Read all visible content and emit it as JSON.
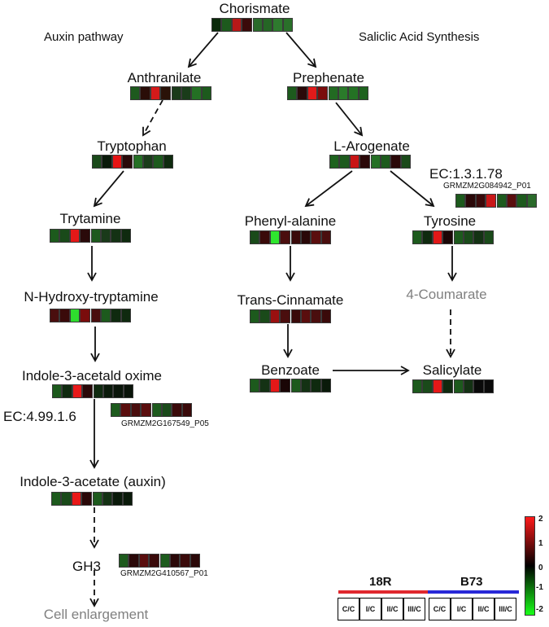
{
  "sections": {
    "auxin": "Auxin pathway",
    "salicylic": "Saliclic Acid Synthesis"
  },
  "nodes": {
    "chorismate": "Chorismate",
    "anthranilate": "Anthranilate",
    "prephenate": "Prephenate",
    "tryptophan": "Tryptophan",
    "arogenate": "L-Arogenate",
    "trytamine": "Trytamine",
    "phenylalanine": "Phenyl-alanine",
    "tyrosine": "Tyrosine",
    "hydroxytryptamine": "N-Hydroxy-tryptamine",
    "transcinnamate": "Trans-Cinnamate",
    "coumarate": "4-Coumarate",
    "oxime": "Indole-3-acetald oxime",
    "benzoate": "Benzoate",
    "salicylate": "Salicylate",
    "iaa": "Indole-3-acetate (auxin)",
    "gh3": "GH3",
    "cell": "Cell enlargement"
  },
  "enzymes": {
    "ec_tyr": "EC:1.3.1.78",
    "ec_tyr_gene": "GRMZM2G084942_P01",
    "ec_aux": "EC:4.99.1.6",
    "ec_aux_gene": "GRMZM2G167549_P05",
    "gh3_gene": "GRMZM2G410567_P01"
  },
  "heatmap_colors": {
    "chorismate": [
      "#0a2a0a",
      "#1d5a1d",
      "#b81818",
      "#3a0a0a",
      "#2a6a2a",
      "#256625",
      "#2e7a2e",
      "#2a702a"
    ],
    "anthranilate": [
      "#1e5a1e",
      "#2a0d08",
      "#d41a1a",
      "#2a1208",
      "#1a3a1a",
      "#1a3c1a",
      "#247024",
      "#1d5a1d"
    ],
    "prephenate": [
      "#1d5a1d",
      "#2a0a0a",
      "#e01a1a",
      "#7a0c0c",
      "#226a22",
      "#2a7a2a",
      "#247224",
      "#1e621e"
    ],
    "tryptophan": [
      "#1a4a1a",
      "#0a1a0a",
      "#e61414",
      "#2a0a0a",
      "#257025",
      "#1a3c1a",
      "#1d5a1d",
      "#0f2a0f"
    ],
    "arogenate": [
      "#1e621e",
      "#1d5a1d",
      "#c81616",
      "#2a0808",
      "#257025",
      "#1d5a1d",
      "#2a0808",
      "#1a4a1a"
    ],
    "trytamine": [
      "#1d5a1d",
      "#1a4a1a",
      "#e41818",
      "#2a0a0a",
      "#1d5a1d",
      "#1a3a1a",
      "#143214",
      "#0f2a0f"
    ],
    "phenylalanine": [
      "#1a4a1a",
      "#3a0a0a",
      "#2ee62e",
      "#4a0e0e",
      "#3a0a0a",
      "#2a0808",
      "#5a0e0e",
      "#4a0e0e"
    ],
    "tyrosine": [
      "#1d5a1d",
      "#0f2a0f",
      "#e01818",
      "#1a0606",
      "#1d5a1d",
      "#1a4a1a",
      "#143214",
      "#1a4a1a"
    ],
    "hydroxytryptamine": [
      "#4a0e0e",
      "#3a0a0a",
      "#2edc2e",
      "#7a0c0c",
      "#4a0e0e",
      "#1d5a1d",
      "#0f2a0f",
      "#0f2a0f"
    ],
    "transcinnamate": [
      "#1d5a1d",
      "#1a4a1a",
      "#9a1010",
      "#4a0e0e",
      "#3a0a0a",
      "#5a0e0e",
      "#4a0e0e",
      "#3a0a0a"
    ],
    "oxime": [
      "#1d5a1d",
      "#0f2a0f",
      "#e81a1a",
      "#2a0808",
      "#0f2a0f",
      "#0a1a0a",
      "#0a160a",
      "#0a140a"
    ],
    "benzoate": [
      "#1d5a1d",
      "#143214",
      "#e41818",
      "#1a0606",
      "#1d5a1d",
      "#143214",
      "#0f2a0f",
      "#0a1a0a"
    ],
    "salicylate": [
      "#1d5a1d",
      "#1a4a1a",
      "#e61818",
      "#0f2a0f",
      "#1d5a1d",
      "#143214",
      "#0a0a0a",
      "#0a0a0a"
    ],
    "iaa": [
      "#1d5a1d",
      "#1a4a1a",
      "#e81818",
      "#2a0808",
      "#1d5a1d",
      "#143214",
      "#0a1a0a",
      "#0a1a0a"
    ],
    "ec_tyr": [
      "#1d5a1d",
      "#2a0808",
      "#3a0a0a",
      "#c81818",
      "#1d5a1d",
      "#5a0e0e",
      "#1d5a1d",
      "#2a6a2a"
    ],
    "ec_aux": [
      "#1d5a1d",
      "#5a0e0e",
      "#4a0e0e",
      "#5a0e0e",
      "#1d5a1d",
      "#1a4a1a",
      "#3a0a0a",
      "#3a0a0a"
    ],
    "gh3": [
      "#1d5a1d",
      "#2a0808",
      "#5a0e0e",
      "#3a0a0a",
      "#1d5a1d",
      "#2a0808",
      "#3a0a0a",
      "#2a0808"
    ]
  },
  "scale": {
    "ticks": [
      "2",
      "1",
      "0",
      "-1",
      "-2"
    ],
    "colors": [
      "#ff1a1a",
      "#000000",
      "#1aff1a"
    ]
  },
  "legend": {
    "groups": [
      {
        "name": "18R",
        "color": "#e0282e"
      },
      {
        "name": "B73",
        "color": "#2828d8"
      }
    ],
    "cells": [
      "C/C",
      "I/C",
      "II/C",
      "III/C",
      "C/C",
      "I/C",
      "II/C",
      "III/C"
    ]
  }
}
